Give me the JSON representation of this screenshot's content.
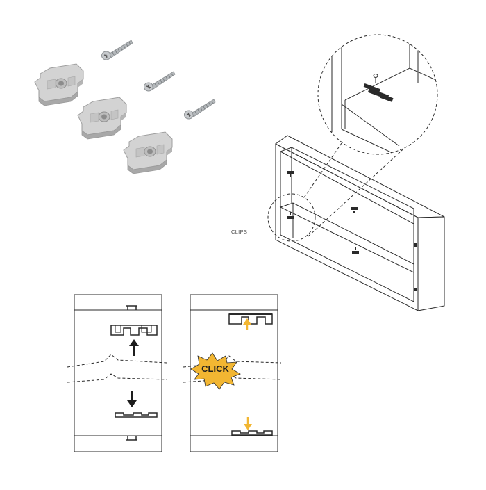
{
  "labels": {
    "clips": "CLIPS",
    "click": "CLICK"
  },
  "parts": [
    {
      "name": "clip-1",
      "kind": "clip"
    },
    {
      "name": "clip-2",
      "kind": "clip"
    },
    {
      "name": "clip-3",
      "kind": "clip"
    },
    {
      "name": "screw-1",
      "kind": "screw"
    },
    {
      "name": "screw-2",
      "kind": "screw"
    },
    {
      "name": "screw-3",
      "kind": "screw"
    }
  ],
  "colors": {
    "line": "#2a2a2a",
    "clip_fill": "#cfcfcf",
    "clip_shade": "#a9a9a9",
    "screw": "#b9bcbf",
    "accent": "#f2b632",
    "arrow_dark": "#1d1d1d"
  }
}
